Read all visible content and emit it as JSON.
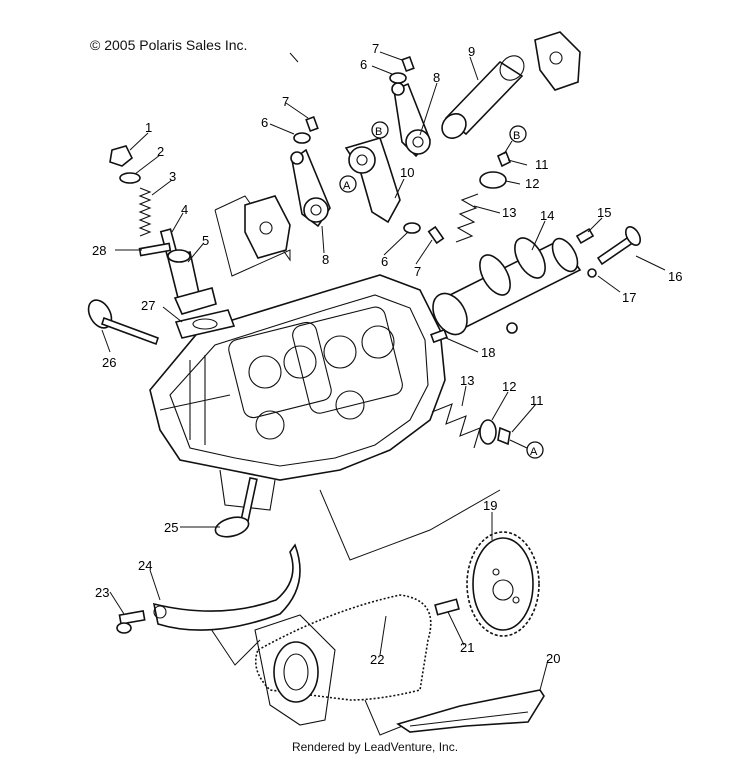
{
  "copyright": "© 2005 Polaris Sales Inc.",
  "footer": "Rendered by LeadVenture, Inc.",
  "callouts": [
    "1",
    "2",
    "3",
    "4",
    "5",
    "6",
    "7",
    "8",
    "9",
    "10",
    "11",
    "12",
    "13",
    "14",
    "15",
    "16",
    "17",
    "18",
    "19",
    "20",
    "21",
    "22",
    "23",
    "24",
    "25",
    "26",
    "27",
    "28"
  ],
  "ref_markers": [
    "A",
    "B"
  ],
  "icon_names": [
    "cylinder-head",
    "camshaft",
    "rocker-arm",
    "valve",
    "valve-spring",
    "timing-chain",
    "cam-sprocket",
    "chain-guide",
    "tensioner"
  ]
}
